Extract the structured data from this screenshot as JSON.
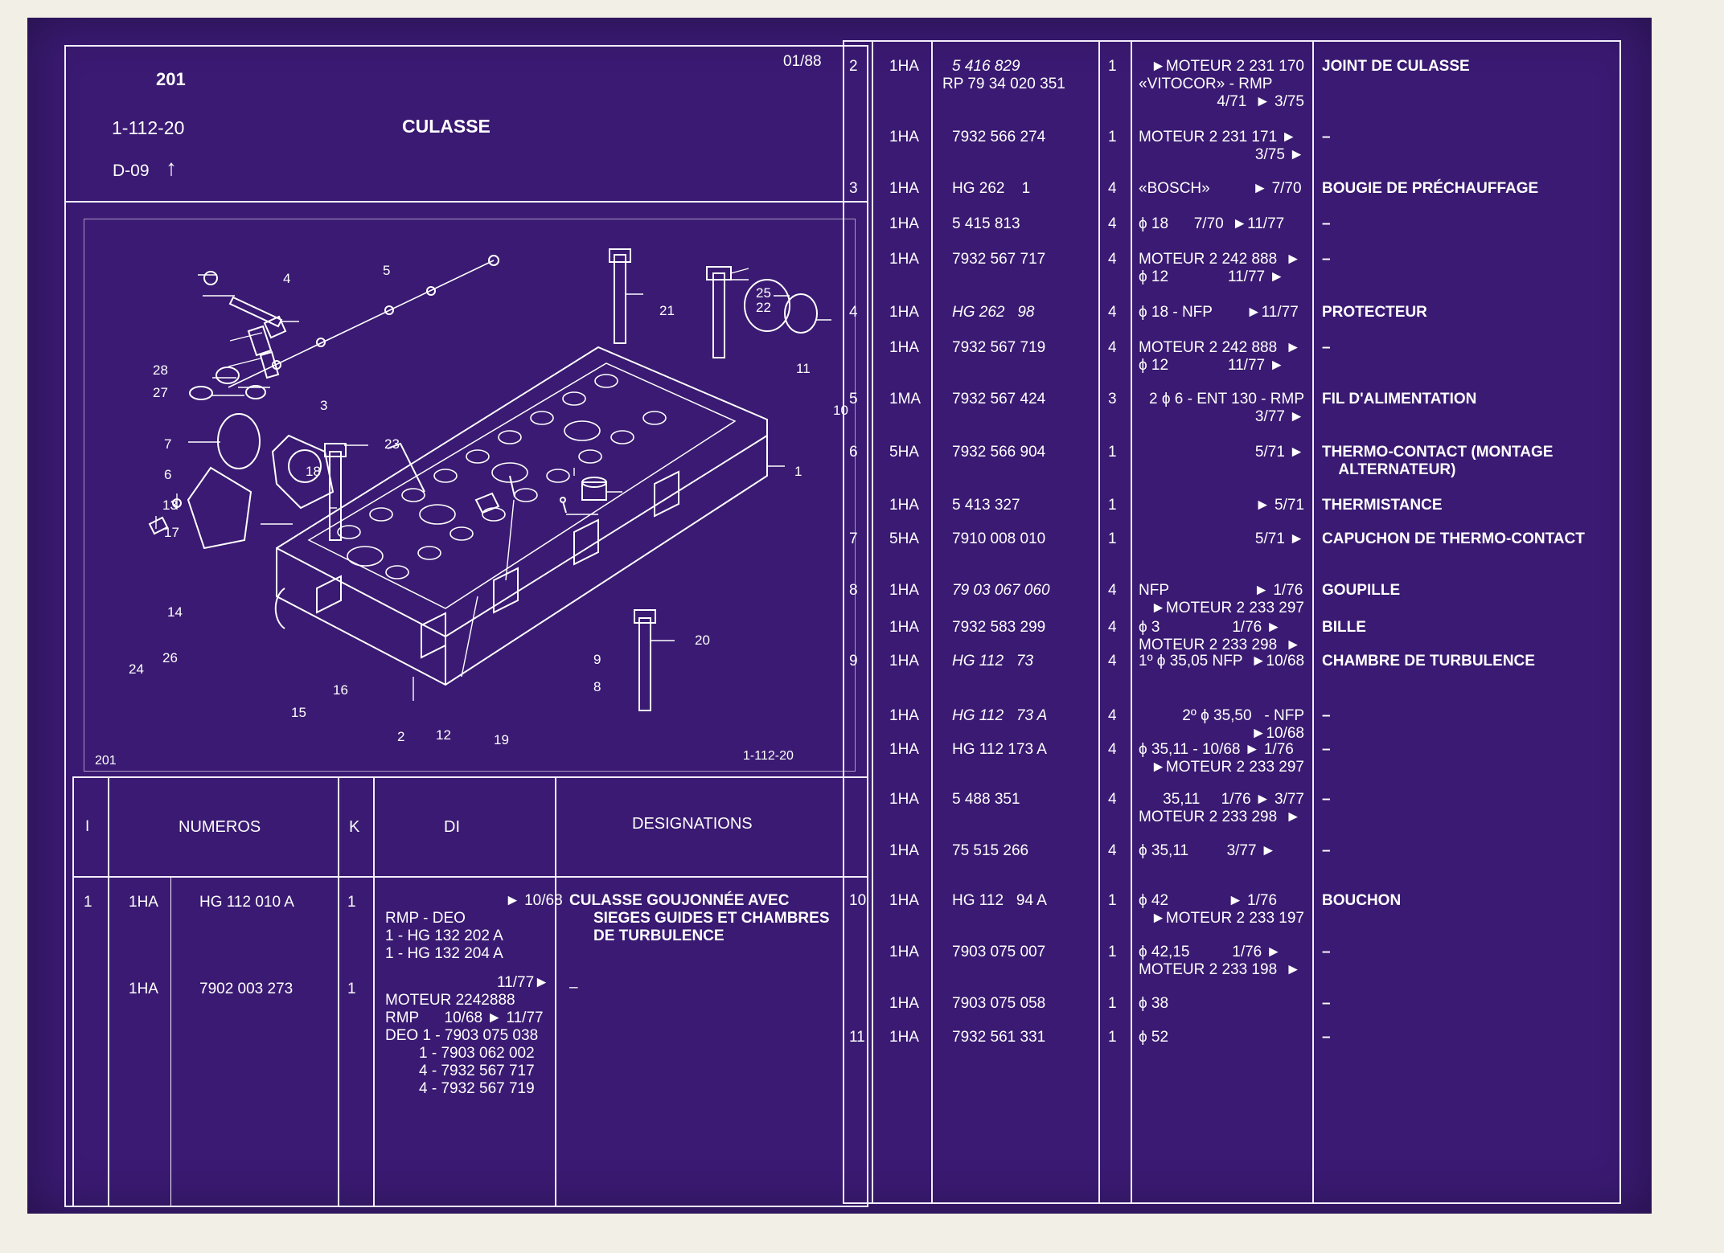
{
  "header": {
    "page_no": "201",
    "ref": "1-112-20",
    "title": "CULASSE",
    "date": "01/88",
    "code": "D-09",
    "arrow": "↑"
  },
  "figure": {
    "caption_left": "201",
    "caption_right": "1-112-20",
    "callouts": [
      "4",
      "5",
      "21",
      "25",
      "22",
      "28",
      "27",
      "3",
      "11",
      "10",
      "7",
      "23",
      "6",
      "18",
      "1",
      "13",
      "17",
      "14",
      "20",
      "24",
      "26",
      "9",
      "8",
      "16",
      "15",
      "2",
      "12",
      "19"
    ]
  },
  "left_table": {
    "headers": {
      "i": "I",
      "numeros": "NUMEROS",
      "k": "K",
      "di": "DI",
      "designations": "DESIGNATIONS"
    },
    "rows": [
      {
        "i": "1",
        "prefix": "1HA",
        "number": "HG 112 010 A",
        "k": "1",
        "di": [
          "► 10/68",
          "RMP - DEO",
          "1 - HG 132 202 A",
          "1 - HG 132 204 A"
        ],
        "designation": [
          "CULASSE GOUJONNÉE AVEC",
          "SIEGES GUIDES ET CHAMBRES",
          "DE TURBULENCE"
        ]
      },
      {
        "i": "",
        "prefix": "1HA",
        "number": "7902 003 273",
        "k": "1",
        "di": [
          "11/77►",
          "MOTEUR 2242888",
          "RMP      10/68 ► 11/77",
          "DEO 1 - 7903 075 038",
          "1 - 7903 062 002",
          "4 - 7932 567 717",
          "4 - 7932 567 719"
        ],
        "designation": [
          "–"
        ]
      }
    ]
  },
  "right_table": {
    "rows": [
      {
        "i": "2",
        "prefix": "1HA",
        "number": [
          "5 416 829",
          "RP 79 34 020 351"
        ],
        "italic_first": true,
        "k": "1",
        "di": [
          "►MOTEUR 2 231 170",
          "«VITOCOR» - RMP",
          "4/71  ► 3/75"
        ],
        "designation": "JOINT DE CULASSE"
      },
      {
        "i": "",
        "prefix": "1HA",
        "number": [
          "7932 566 274"
        ],
        "k": "1",
        "di": [
          "MOTEUR 2 231 171 ►",
          "3/75 ►"
        ],
        "designation": "–"
      },
      {
        "i": "3",
        "prefix": "1HA",
        "number": [
          "HG 262    1"
        ],
        "k": "4",
        "di": [
          "«BOSCH»          ► 7/70"
        ],
        "designation": "BOUGIE DE PRÉCHAUFFAGE"
      },
      {
        "i": "",
        "prefix": "1HA",
        "number": [
          "5 415 813"
        ],
        "k": "4",
        "di": [
          "ϕ 18      7/70  ►11/77"
        ],
        "designation": "–"
      },
      {
        "i": "",
        "prefix": "1HA",
        "number": [
          "7932 567 717"
        ],
        "k": "4",
        "di": [
          "MOTEUR 2 242 888  ►",
          "ϕ 12              11/77 ►"
        ],
        "designation": "–"
      },
      {
        "i": "4",
        "prefix": "1HA",
        "number": [
          "HG 262   98"
        ],
        "italic_first": true,
        "k": "4",
        "di": [
          "ϕ 18 - NFP        ►11/77"
        ],
        "designation": "PROTECTEUR"
      },
      {
        "i": "",
        "prefix": "1HA",
        "number": [
          "7932 567 719"
        ],
        "k": "4",
        "di": [
          "MOTEUR 2 242 888  ►",
          "ϕ 12              11/77 ►"
        ],
        "designation": "–"
      },
      {
        "i": "5",
        "prefix": "1MA",
        "number": [
          "7932 567 424"
        ],
        "k": "3",
        "di": [
          "2 ϕ 6 - ENT 130 - RMP",
          "3/77 ►"
        ],
        "designation": "FIL D'ALIMENTATION"
      },
      {
        "i": "6",
        "prefix": "5HA",
        "number": [
          "7932 566 904"
        ],
        "k": "1",
        "di": [
          "5/71 ►"
        ],
        "designation": "THERMO-CONTACT (MONTAGE\n    ALTERNATEUR)"
      },
      {
        "i": "",
        "prefix": "1HA",
        "number": [
          "5 413 327"
        ],
        "k": "1",
        "di": [
          "► 5/71"
        ],
        "designation": "THERMISTANCE"
      },
      {
        "i": "7",
        "prefix": "5HA",
        "number": [
          "7910 008 010"
        ],
        "k": "1",
        "di": [
          "5/71 ►"
        ],
        "designation": "CAPUCHON DE THERMO-CONTACT"
      },
      {
        "i": "8",
        "prefix": "1HA",
        "number": [
          "79 03 067 060"
        ],
        "italic_first": true,
        "k": "4",
        "di": [
          "NFP                    ► 1/76",
          "►MOTEUR 2 233 297"
        ],
        "designation": "GOUPILLE"
      },
      {
        "i": "",
        "prefix": "1HA",
        "number": [
          "7932 583 299"
        ],
        "k": "4",
        "di": [
          "ϕ 3                 1/76 ►",
          "MOTEUR 2 233 298  ►"
        ],
        "designation": "BILLE"
      },
      {
        "i": "9",
        "prefix": "1HA",
        "number": [
          "HG 112   73"
        ],
        "italic_first": true,
        "k": "4",
        "di": [
          "1º ϕ 35,05 NFP  ►10/68"
        ],
        "designation": "CHAMBRE DE TURBULENCE"
      },
      {
        "i": "",
        "prefix": "1HA",
        "number": [
          "HG 112   73 A"
        ],
        "italic_first": true,
        "k": "4",
        "di": [
          "2º ϕ 35,50   - NFP",
          "►10/68"
        ],
        "designation": "–"
      },
      {
        "i": "",
        "prefix": "1HA",
        "number": [
          "HG 112 173 A"
        ],
        "k": "4",
        "di": [
          "ϕ 35,11 - 10/68 ► 1/76",
          "►MOTEUR 2 233 297"
        ],
        "designation": "–"
      },
      {
        "i": "",
        "prefix": "1HA",
        "number": [
          "5 488 351"
        ],
        "k": "4",
        "di": [
          "35,11     1/76 ► 3/77",
          "MOTEUR 2 233 298  ►"
        ],
        "designation": "–"
      },
      {
        "i": "",
        "prefix": "1HA",
        "number": [
          "75 515 266"
        ],
        "k": "4",
        "di": [
          "ϕ 35,11         3/77 ►"
        ],
        "designation": "–"
      },
      {
        "i": "10",
        "prefix": "1HA",
        "number": [
          "HG 112   94 A"
        ],
        "k": "1",
        "di": [
          "ϕ 42              ► 1/76",
          "►MOTEUR 2 233 197"
        ],
        "designation": "BOUCHON"
      },
      {
        "i": "",
        "prefix": "1HA",
        "number": [
          "7903 075 007"
        ],
        "k": "1",
        "di": [
          "ϕ 42,15          1/76 ►",
          "MOTEUR 2 233 198  ►"
        ],
        "designation": "–"
      },
      {
        "i": "",
        "prefix": "1HA",
        "number": [
          "7903 075 058"
        ],
        "k": "1",
        "di": [
          "ϕ 38"
        ],
        "designation": "–"
      },
      {
        "i": "11",
        "prefix": "1HA",
        "number": [
          "7932 561 331"
        ],
        "k": "1",
        "di": [
          "ϕ 52"
        ],
        "designation": "–"
      }
    ]
  },
  "colors": {
    "sheet": "#3a1a72",
    "lines": "#f4eefc",
    "paper": "#f2efe6"
  }
}
